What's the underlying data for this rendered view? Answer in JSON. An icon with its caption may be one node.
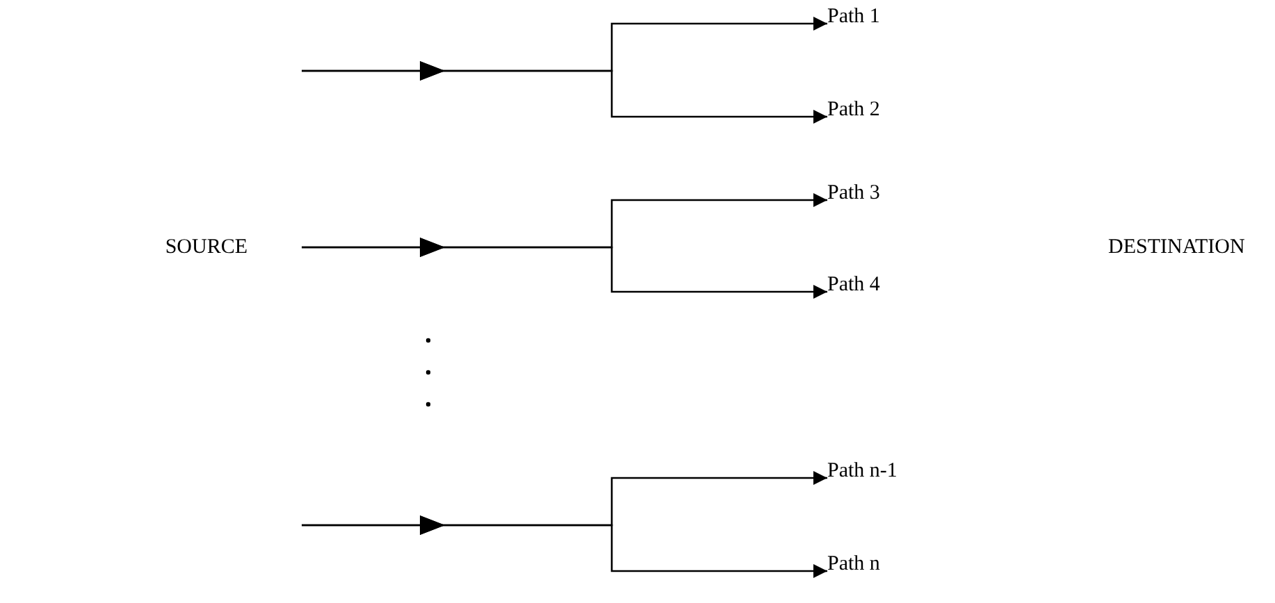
{
  "diagram": {
    "nodes": [
      {
        "text": [
          "Path 1"
        ]
      },
      {
        "text": [
          "Path 2"
        ]
      },
      {
        "text": [
          "Path 3"
        ]
      },
      {
        "text": [
          "Path 4"
        ]
      },
      {
        "text": [
          "Path n-1"
        ]
      },
      {
        "text": [
          "Path n"
        ]
      }
    ],
    "edges": [
      {
        "from": null,
        "to": 0,
        "arrow": "to"
      },
      {
        "from": null,
        "to": 1,
        "arrow": "to"
      },
      {
        "from": null,
        "to": 2,
        "arrow": "to"
      },
      {
        "from": null,
        "to": 3,
        "arrow": "to"
      },
      {
        "from": null,
        "to": 4,
        "arrow": "to"
      },
      {
        "from": null,
        "to": 5,
        "arrow": "to"
      }
    ],
    "labels": [
      "SOURCE",
      "DESTINATION"
    ]
  }
}
